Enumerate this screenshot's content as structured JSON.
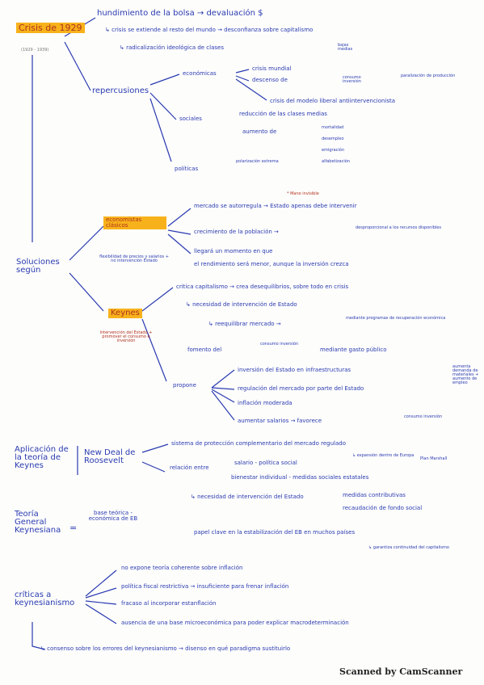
{
  "crisis": {
    "title": "Crisis de 1929",
    "dates": "(1929 - 1939)",
    "hundimiento": "hundimiento de la bolsa → devaluación $",
    "extiende": "↳ crisis se extiende al resto del mundo → desconfianza sobre capitalismo",
    "radicalizacion": "↳ radicalización ideológica de clases",
    "clases": "bajas medias",
    "repercusiones": "repercusiones",
    "economicas": "económicas",
    "crisis_mundial": "crisis mundial",
    "descenso": "descenso de",
    "consumo_inversion": "consumo inversión",
    "paralizacion": "paralización de producción",
    "modelo": "crisis del modelo liberal antiintervencionista",
    "sociales": "sociales",
    "reduccion": "reducción de las clases medias",
    "aumento": "aumento de",
    "aumento_items": [
      "mortalidad",
      "desempleo",
      "emigración",
      "alfabetización"
    ],
    "politicas": "políticas",
    "polarizacion": "polarización extrema"
  },
  "soluciones": {
    "label": "Soluciones según",
    "nota": "* Mano invisible",
    "clasicos": "economistas clásicos",
    "clasicos_sub": "flexibilidad de precios y salarios + no intervención Estado",
    "mercado": "mercado se autorregula → Estado apenas debe intervenir",
    "poblacion": "crecimiento de la población →",
    "desproporcion": "desproporcional a los recursos disponibles",
    "llegara": "llegará un momento en que",
    "rendimiento": "el rendimiento será menor, aunque la inversión crezca",
    "keynes": "Keynes",
    "keynes_sub": "intervención del Estado + promover el consumo e inversión",
    "critica": "critica capitalismo → crea desequilibrios, sobre todo en crisis",
    "necesidad": "↳ necesidad de intervención de Estado",
    "reequilibrar": "↳ reequilibrar mercado →",
    "programas": "mediante programas de recuperación económica",
    "fomento": "fomento del",
    "fomento_ci": "consumo inversión",
    "gasto": "mediante gasto público",
    "propone": "propone",
    "propone_items": [
      "inversión del Estado en infraestructuras",
      "regulación del mercado por parte del Estado",
      "inflación moderada",
      "aumentar salarios → favorece"
    ],
    "favorece_ci": "consumo inversión",
    "side_note": "aumenta demanda de materiales + aumento de empleo"
  },
  "aplicacion": {
    "label": "Aplicación de la teoría de Keynes",
    "newdeal": "New Deal de Roosevelt",
    "sistema": "sistema de protección complementario del mercado regulado",
    "expansion": "↳ expansión dentro de Europa",
    "marshall": "Plan Marshall",
    "relacion": "relación entre",
    "salario": "salario - política social",
    "bienestar": "bienestar individual - medidas sociales estatales",
    "necesidad": "↳ necesidad de intervención del Estado",
    "medidas": "medidas contributivas",
    "recaudacion": "recaudación de fondo social"
  },
  "teoria": {
    "label": "Teoría General Keynesiana",
    "eq": "=",
    "base": "base teórica - económica de EB",
    "papel": "papel clave en la estabilización del EB en muchos países",
    "garantia": "↳ garantiza continuidad del capitalismo"
  },
  "criticas": {
    "label": "críticas a keynesianismo",
    "items": [
      "no expone teoría coherente sobre inflación",
      "política fiscal restrictiva → insuficiente para frenar inflación",
      "fracaso al incorporar estanflación",
      "ausencia de una base microeconómica para poder explicar macrodeterminación"
    ],
    "consenso": "↳ consenso sobre los errores del keynesianismo → disenso en qué paradigma sustituirlo"
  },
  "footer": "Scanned by CamScanner"
}
